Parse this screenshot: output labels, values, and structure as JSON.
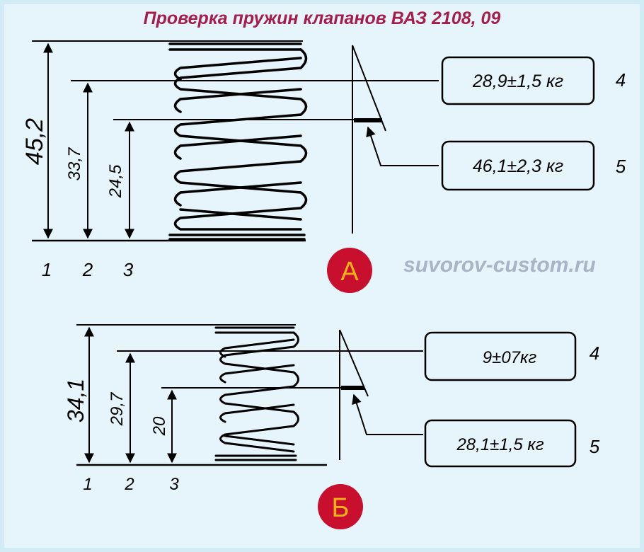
{
  "title": "Проверка пружин клапанов ВАЗ 2108, 09",
  "watermark": "suvorov-custom.ru",
  "colors": {
    "background": "#e6f5fb",
    "title": "#a61d4c",
    "badge": "#c8102e",
    "badge_text": "#f4b21a",
    "ink": "#000000"
  },
  "diagram_a": {
    "badge": "А",
    "dims": [
      "45,2",
      "33,7",
      "24,5"
    ],
    "positions": [
      "1",
      "2",
      "3"
    ],
    "force_4": {
      "label": "28,9±1,5 кг",
      "index": "4"
    },
    "force_5": {
      "label": "46,1±2,3 кг",
      "index": "5"
    }
  },
  "diagram_b": {
    "badge": "Б",
    "dims": [
      "34,1",
      "29,7",
      "20"
    ],
    "positions": [
      "1",
      "2",
      "3"
    ],
    "force_4": {
      "label": "9±07кг",
      "index": "4"
    },
    "force_5": {
      "label": "28,1±1,5 кг",
      "index": "5"
    }
  }
}
